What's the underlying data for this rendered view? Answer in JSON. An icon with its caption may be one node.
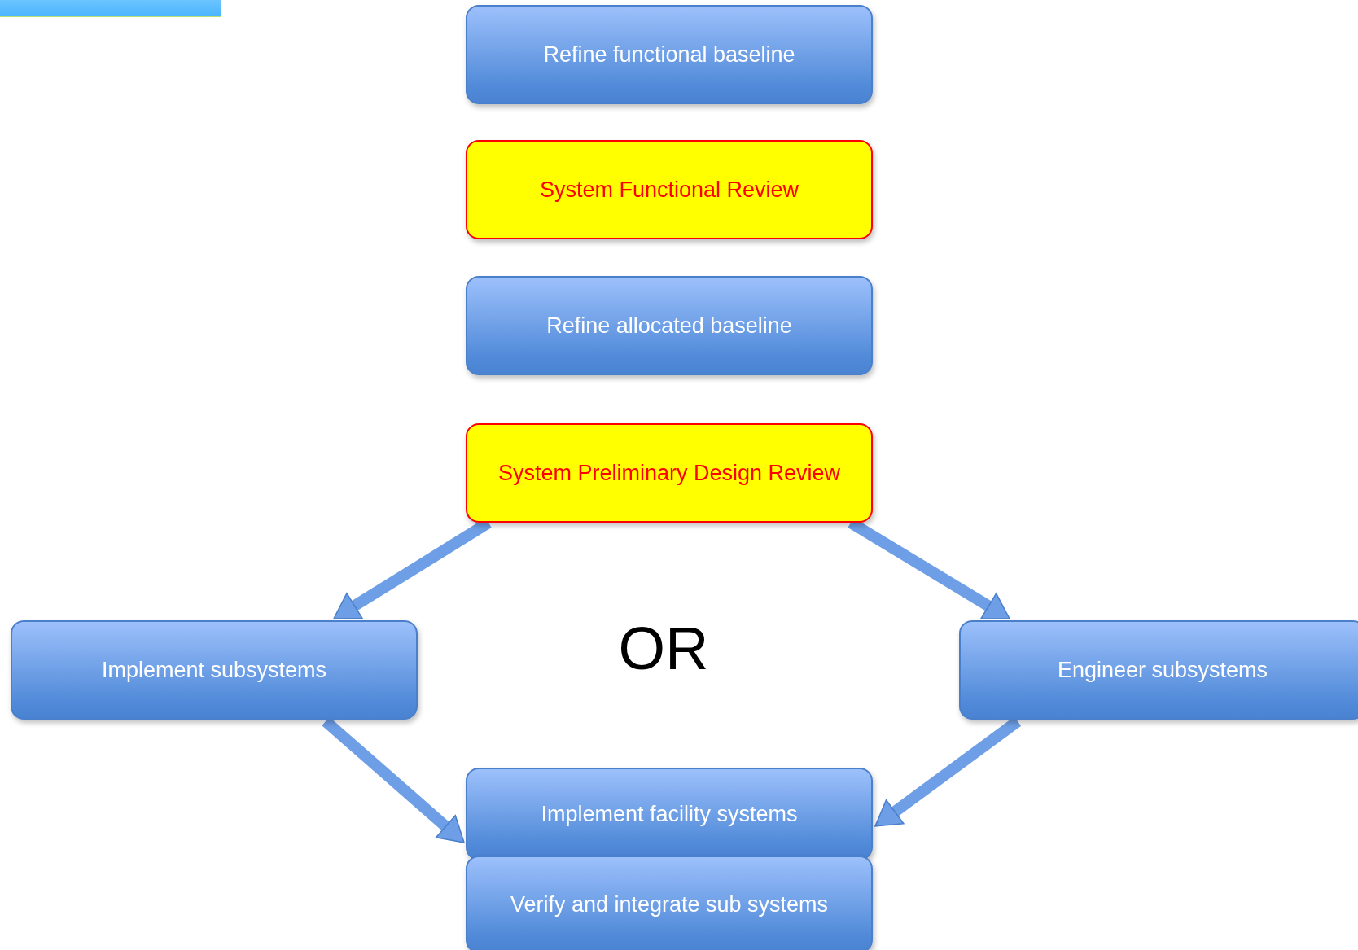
{
  "diagram": {
    "nodes": [
      {
        "text": [],
        "shape": "bar"
      },
      {
        "text": [
          "Refine functional baseline"
        ]
      },
      {
        "text": [
          "System Functional Review"
        ]
      },
      {
        "text": [
          "Refine allocated baseline"
        ]
      },
      {
        "text": [
          "System Preliminary Design Review"
        ]
      },
      {
        "text": [
          "Implement subsystems"
        ]
      },
      {
        "text": [
          "Engineer subsystems"
        ]
      },
      {
        "text": [
          "Implement facility systems"
        ]
      },
      {
        "text": [
          "Verify and integrate sub systems"
        ]
      }
    ],
    "edges": [
      {
        "from": 4,
        "to": 5,
        "arrow": "to"
      },
      {
        "from": 4,
        "to": 6,
        "arrow": "to"
      },
      {
        "from": 5,
        "to": 7,
        "arrow": "to"
      },
      {
        "from": 6,
        "to": 7,
        "arrow": "to"
      }
    ],
    "labels": [
      "OR"
    ]
  }
}
